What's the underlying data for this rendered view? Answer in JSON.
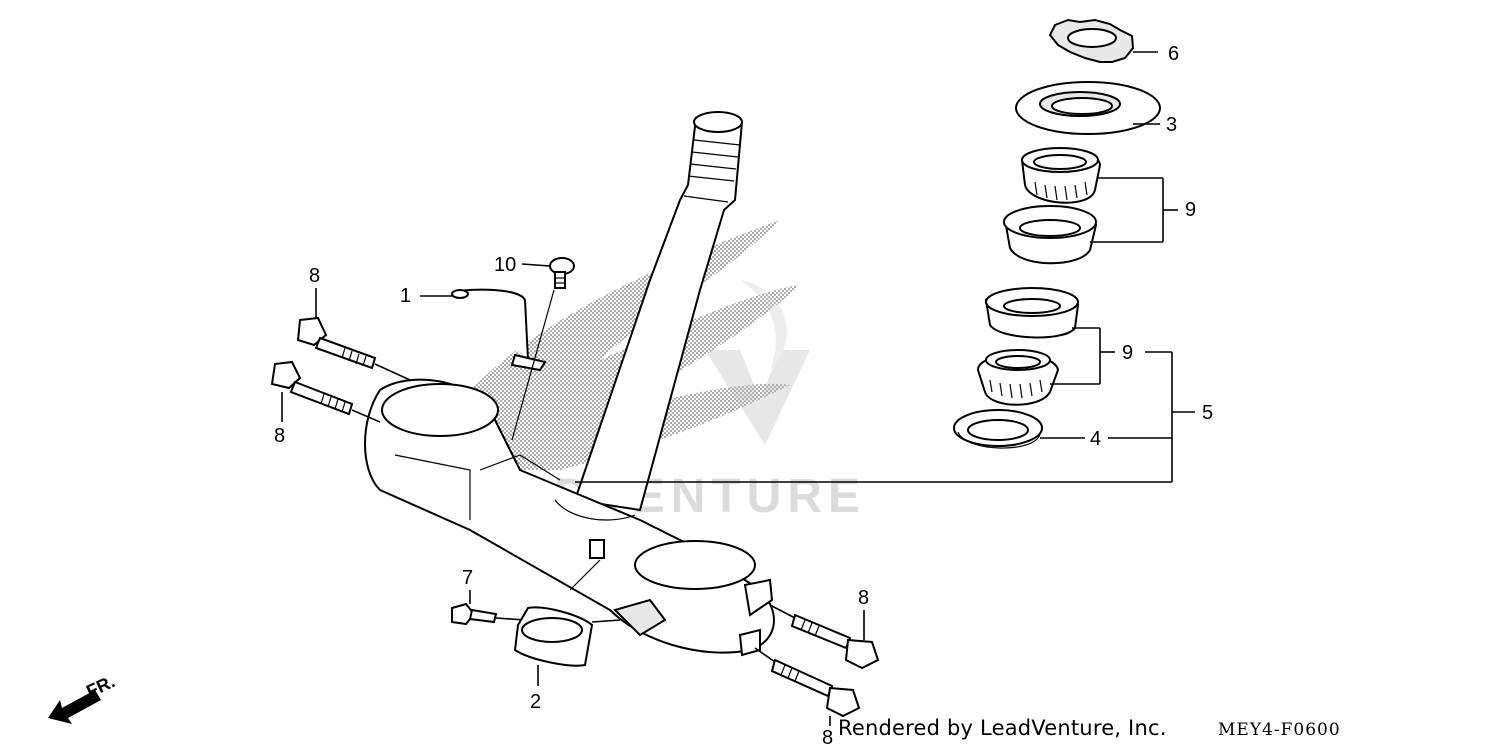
{
  "diagram": {
    "callouts": [
      {
        "id": "c1",
        "label": "1"
      },
      {
        "id": "c2",
        "label": "2"
      },
      {
        "id": "c3",
        "label": "3"
      },
      {
        "id": "c4",
        "label": "4"
      },
      {
        "id": "c5",
        "label": "5"
      },
      {
        "id": "c6",
        "label": "6"
      },
      {
        "id": "c7",
        "label": "7"
      },
      {
        "id": "c8a",
        "label": "8"
      },
      {
        "id": "c8b",
        "label": "8"
      },
      {
        "id": "c8c",
        "label": "8"
      },
      {
        "id": "c8d",
        "label": "8"
      },
      {
        "id": "c9a",
        "label": "9"
      },
      {
        "id": "c9b",
        "label": "9"
      },
      {
        "id": "c10",
        "label": "10"
      }
    ],
    "direction_label": "FR.",
    "watermark_text": "LEADVENTURE",
    "credit": "Rendered by LeadVenture, Inc.",
    "diagram_code": "MEY4-F0600"
  }
}
